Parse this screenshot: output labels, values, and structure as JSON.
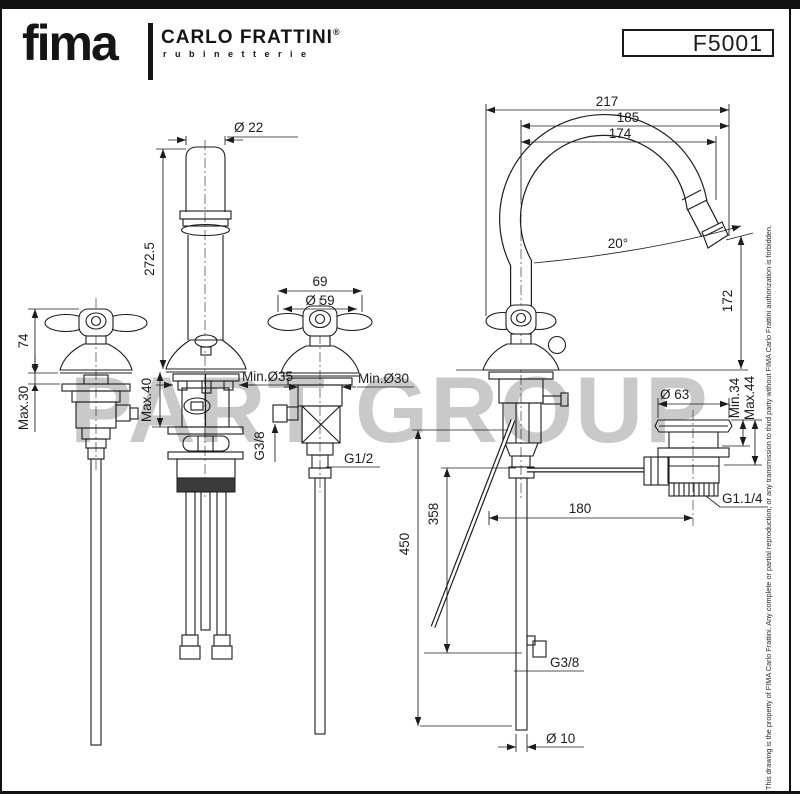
{
  "header": {
    "logo": {
      "wordmark": "fima",
      "brand": "CARLO FRATTINI",
      "registered": "®",
      "subbrand": "rubinetterie"
    },
    "model_box": {
      "code": "F5001"
    }
  },
  "watermark": {
    "text": "PART GROUP",
    "color": "#c9c9c9"
  },
  "legal": {
    "side_note": "This drawing is the property of FIMA Carlo Frattini. Any complete or partial reproduction, or any transmission to third party without FIMA Carlo Frattini authorization is forbidden."
  },
  "views": {
    "valve_side": {
      "dims": {
        "height": "74",
        "max_deck": "Max.30"
      }
    },
    "spout": {
      "dims": {
        "diameter": "Ø 22",
        "height": "272.5",
        "min_hole": "Min.Ø35",
        "max_deck": "Max.40"
      }
    },
    "valve_front": {
      "dims": {
        "width": "69",
        "handle_diameter": "Ø 59",
        "min_hole": "Min.Ø30",
        "inlet_thread": "G3/8",
        "outlet_thread": "G1/2"
      }
    },
    "assembly": {
      "dims": {
        "reach_total": "217",
        "reach_mid": "185",
        "reach_inner": "174",
        "spout_angle": "20°",
        "outlet_height": "172",
        "drain_min_deck": "Min.34",
        "drain_max_deck": "Max.44",
        "drain_flange": "Ø 63",
        "rod_drop": "358",
        "hose_drop": "450",
        "drain_offset": "180",
        "drain_thread": "G1.1/4",
        "inlet_thread": "G3/8",
        "pipe_diameter": "Ø 10"
      }
    }
  }
}
